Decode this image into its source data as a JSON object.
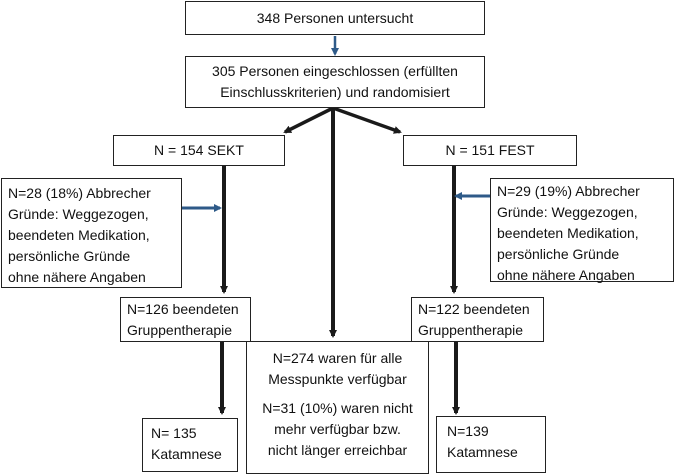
{
  "diagram": {
    "screened": [
      "348 Personen untersucht"
    ],
    "included": [
      "305 Personen eingeschlossen (erfüllten",
      "Einschlusskriterien) und randomisiert"
    ],
    "arm_sekt": [
      "N = 154 SEKT"
    ],
    "arm_fest": [
      "N = 151 FEST"
    ],
    "dropout_sekt": [
      "N=28 (18%) Abbrecher",
      "Gründe: Weggezogen,",
      "beendeten Medikation,",
      "persönliche Gründe",
      "ohne nähere Angaben"
    ],
    "dropout_fest": [
      "N=29 (19%) Abbrecher",
      "Gründe: Weggezogen,",
      "beendeten Medikation,",
      "persönliche Gründe",
      "ohne nähere Angaben"
    ],
    "completed_sekt": [
      "N=126 beendeten",
      "Gruppentherapie"
    ],
    "completed_fest": [
      "N=122 beendeten",
      "Gruppentherapie"
    ],
    "available": [
      "N=274 waren für alle",
      "Messpunkte verfügbar"
    ],
    "unavailable": [
      "N=31 (10%) waren nicht",
      "mehr verfügbar bzw.",
      "nicht länger erreichbar"
    ],
    "followup_sekt": [
      "N= 135",
      "Katamnese"
    ],
    "followup_fest": [
      "N=139",
      "Katamnese"
    ]
  },
  "colors": {
    "accent_arrow": "#2e5a88",
    "main_arrow": "#1a1a1a",
    "border": "#222222"
  }
}
